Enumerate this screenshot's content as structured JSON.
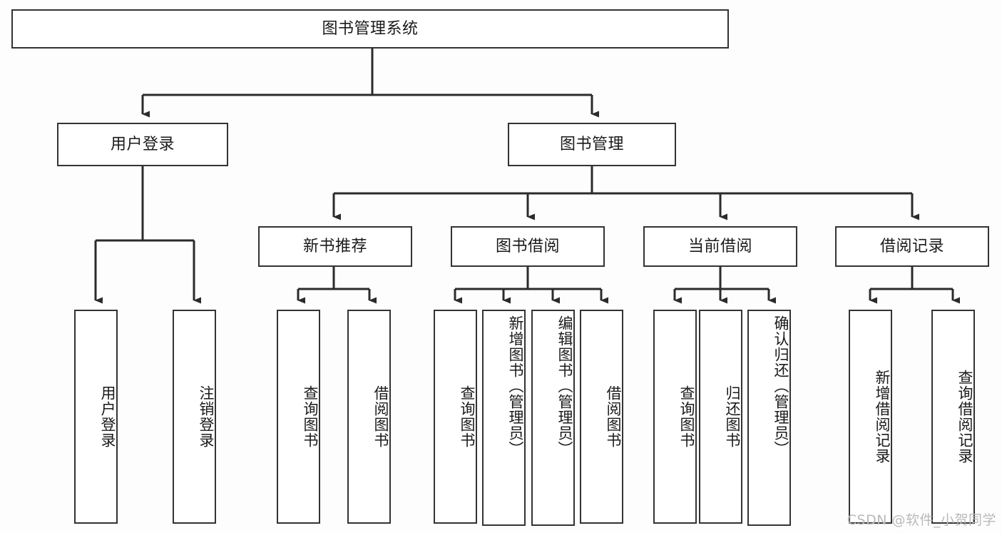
{
  "diagram": {
    "type": "tree-hierarchy",
    "title": "图书管理系统",
    "root": {
      "id": "root",
      "label": "图书管理系统",
      "orientation": "horizontal"
    },
    "level1": [
      {
        "id": "user-login",
        "label": "用户登录",
        "orientation": "horizontal"
      },
      {
        "id": "book-management",
        "label": "图书管理",
        "orientation": "horizontal"
      }
    ],
    "level2": [
      {
        "id": "new-book-recommend",
        "label": "新书推荐",
        "parent": "book-management",
        "orientation": "horizontal"
      },
      {
        "id": "book-borrow",
        "label": "图书借阅",
        "parent": "book-management",
        "orientation": "horizontal"
      },
      {
        "id": "current-borrow",
        "label": "当前借阅",
        "parent": "book-management",
        "orientation": "horizontal"
      },
      {
        "id": "borrow-record",
        "label": "借阅记录",
        "parent": "book-management",
        "orientation": "horizontal"
      }
    ],
    "leaves": [
      {
        "id": "leaf-user-login",
        "label": "用户登录",
        "parent": "user-login",
        "orientation": "vertical"
      },
      {
        "id": "leaf-user-logout",
        "label": "注销登录",
        "parent": "user-login",
        "orientation": "vertical"
      },
      {
        "id": "leaf-query-book-1",
        "label": "查询图书",
        "parent": "new-book-recommend",
        "orientation": "vertical"
      },
      {
        "id": "leaf-borrow-book-1",
        "label": "借阅图书",
        "parent": "new-book-recommend",
        "orientation": "vertical"
      },
      {
        "id": "leaf-query-book-2",
        "label": "查询图书",
        "parent": "book-borrow",
        "orientation": "vertical"
      },
      {
        "id": "leaf-add-book",
        "label": "新增图书（管理员）",
        "parent": "book-borrow",
        "orientation": "vertical"
      },
      {
        "id": "leaf-edit-book",
        "label": "编辑图书（管理员）",
        "parent": "book-borrow",
        "orientation": "vertical"
      },
      {
        "id": "leaf-borrow-book-2",
        "label": "借阅图书",
        "parent": "book-borrow",
        "orientation": "vertical"
      },
      {
        "id": "leaf-query-book-3",
        "label": "查询图书",
        "parent": "current-borrow",
        "orientation": "vertical"
      },
      {
        "id": "leaf-return-book",
        "label": "归还图书",
        "parent": "current-borrow",
        "orientation": "vertical"
      },
      {
        "id": "leaf-confirm-return",
        "label": "确认归还（管理员）",
        "parent": "current-borrow",
        "orientation": "vertical"
      },
      {
        "id": "leaf-add-record",
        "label": "新增借阅记录",
        "parent": "borrow-record",
        "orientation": "vertical"
      },
      {
        "id": "leaf-query-record",
        "label": "查询借阅记录",
        "parent": "borrow-record",
        "orientation": "vertical"
      }
    ],
    "colors": {
      "box_border": "#333333",
      "box_fill": "#ffffff",
      "connector": "#2b2b2b",
      "text": "#1a1a1a",
      "background": "#fdfdfd",
      "watermark": "#b9b9b9"
    }
  },
  "watermark": {
    "text": "CSDN @软件_小贺同学"
  }
}
